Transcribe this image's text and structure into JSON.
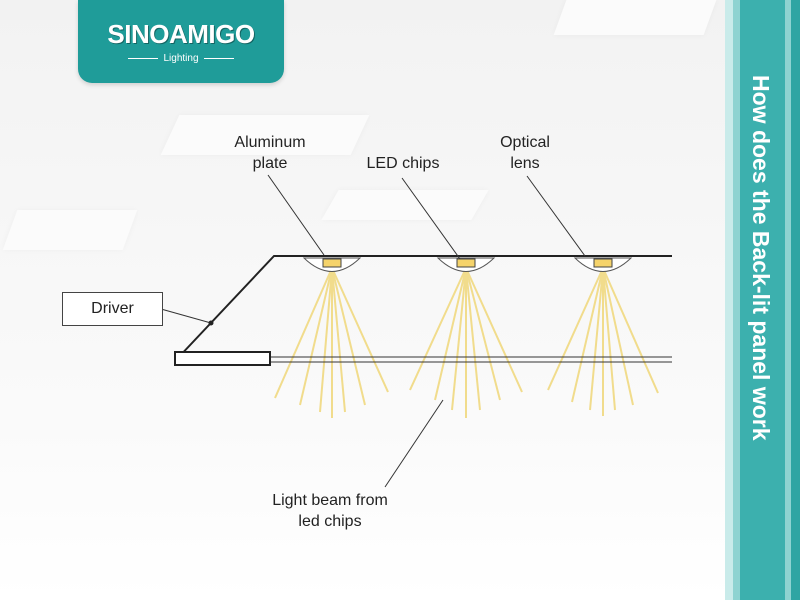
{
  "brand": {
    "name": "SINOAMIGO",
    "subtitle": "Lighting"
  },
  "sidebar": {
    "title": "How does the Back-lit panel work",
    "stripe_colors": [
      "#3cb0ae",
      "#8ed3d1",
      "#c9ebea",
      "#ffffff",
      "#2fa5a3"
    ]
  },
  "labels": {
    "aluminum_plate": [
      "Aluminum",
      "plate"
    ],
    "led_chips": "LED chips",
    "optical_lens": [
      "Optical",
      "lens"
    ],
    "driver": "Driver",
    "light_beam": [
      "Light beam from",
      "led chips"
    ]
  },
  "colors": {
    "beam": "#f1dc8c",
    "chip": "#f5d36b",
    "line": "#222222",
    "accent": "#1f9c99"
  }
}
